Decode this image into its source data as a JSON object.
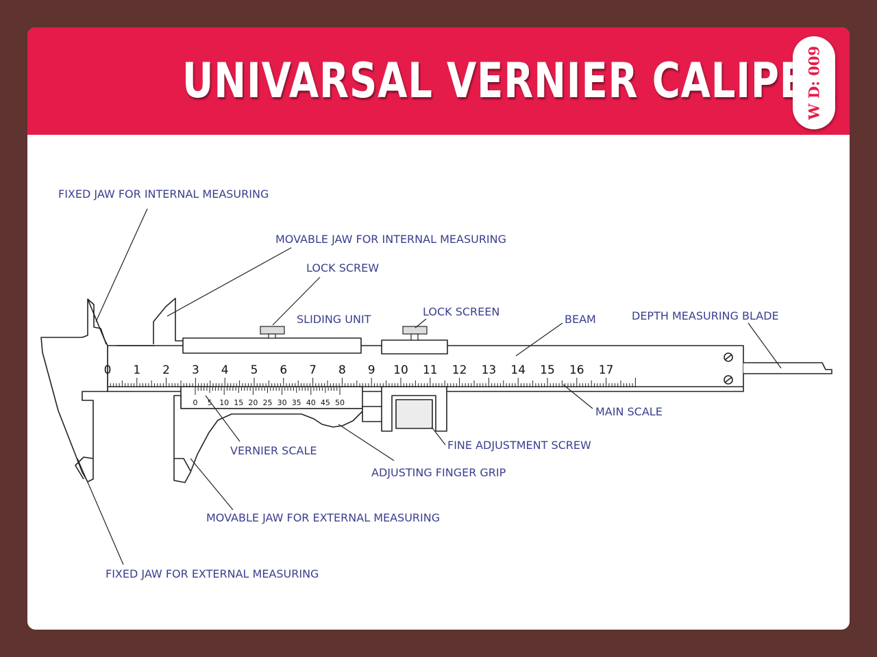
{
  "header": {
    "title": "UNIVARSAL VERNIER CALIPER",
    "badge": "W D: 009"
  },
  "colors": {
    "background": "#5e3330",
    "header": "#e51c4a",
    "label": "#3a3e8e",
    "line": "#222222"
  },
  "labels": {
    "fixed_jaw_internal": "FIXED JAW FOR INTERNAL MEASURING",
    "movable_jaw_internal": "MOVABLE JAW FOR INTERNAL MEASURING",
    "lock_screw": "LOCK SCREW",
    "sliding_unit": "SLIDING UNIT",
    "lock_screen": "LOCK SCREEN",
    "beam": "BEAM",
    "depth_blade": "DEPTH MEASURING BLADE",
    "main_scale": "MAIN SCALE",
    "fine_adjustment_screw": "FINE ADJUSTMENT SCREW",
    "vernier_scale": "VERNIER SCALE",
    "adjusting_finger_grip": "ADJUSTING FINGER GRIP",
    "movable_jaw_external": "MOVABLE JAW FOR EXTERNAL MEASURING",
    "fixed_jaw_external": "FIXED JAW FOR EXTERNAL MEASURING"
  },
  "main_scale_numbers": [
    "0",
    "1",
    "2",
    "3",
    "4",
    "5",
    "6",
    "7",
    "8",
    "9",
    "10",
    "11",
    "12",
    "13",
    "14",
    "15",
    "16",
    "17"
  ],
  "vernier_scale_numbers": [
    "0",
    "5",
    "10",
    "15",
    "20",
    "25",
    "30",
    "35",
    "40",
    "45",
    "50"
  ]
}
